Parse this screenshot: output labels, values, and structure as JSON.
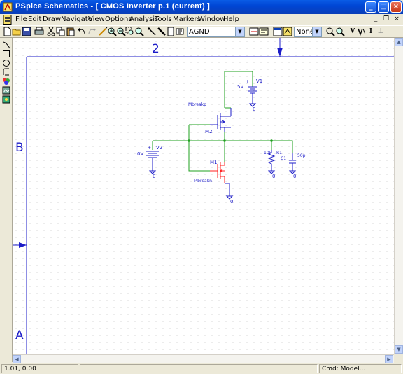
{
  "window": {
    "title": "PSpice Schematics - [ CMOS Inverter  p.1 (current) ]",
    "min_glyph": "_",
    "max_glyph": "□",
    "close_glyph": "×"
  },
  "menu": {
    "items": [
      "File",
      "Edit",
      "Draw",
      "Navigate",
      "View",
      "Options",
      "Analysis",
      "Tools",
      "Markers",
      "Window",
      "Help"
    ],
    "mdi_min": "_",
    "mdi_restore": "❐",
    "mdi_close": "×"
  },
  "toolbar": {
    "part_combo": "AGND",
    "marker_combo": "None",
    "v_marker": "V",
    "i_marker": "I",
    "probe_glyph": "⊥"
  },
  "canvas": {
    "border": {
      "top_label": "2",
      "left_label_b": "B",
      "left_label_a": "A"
    },
    "parts": {
      "v1_name": "V1",
      "v1_value": "5V",
      "v2_name": "V2",
      "v2_value": "0V",
      "m2_name": "M2",
      "m2_model": "Mbreakp",
      "m1_name": "M1",
      "m1_model": "Mbreakn",
      "r1_name": "R1",
      "r1_value": "10k",
      "c1_name": "C1",
      "c1_value": "50p",
      "ground_label": "0",
      "plus_sign": "+"
    },
    "colors": {
      "wire": "#1fa01f",
      "selected": "#ff2020",
      "part": "#1c1cc8",
      "border": "#1c1cc8",
      "grid": "#b8b8b8"
    }
  },
  "status": {
    "coords": "1.01,  0.00",
    "command": "Cmd: Model..."
  }
}
